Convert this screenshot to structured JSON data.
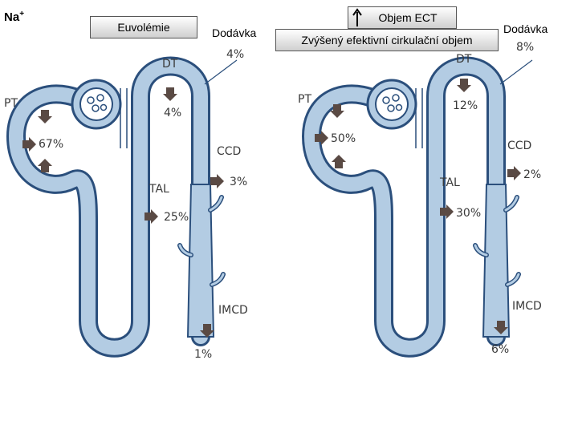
{
  "ion": {
    "base": "Na",
    "sup": "+"
  },
  "left_panel": {
    "condition": "Euvolémie",
    "delivery_label": "Dodávka",
    "segments": {
      "pt": "PT",
      "dt": "DT",
      "tal": "TAL",
      "ccd": "CCD",
      "imcd": "IMCD"
    },
    "values": {
      "pt": "67%",
      "delivery": "4%",
      "dt": "4%",
      "tal": "25%",
      "ccd": "3%",
      "final": "1%"
    }
  },
  "right_panel": {
    "header": "Objem ECT",
    "condition": "Zvýšený efektivní cirkulační  objem",
    "delivery_label": "Dodávka",
    "segments": {
      "pt": "PT",
      "dt": "DT",
      "tal": "TAL",
      "ccd": "CCD",
      "imcd": "IMCD"
    },
    "values": {
      "pt": "50%",
      "delivery": "8%",
      "dt": "12%",
      "tal": "30%",
      "ccd": "2%",
      "final": "6%"
    }
  },
  "colors": {
    "tubule": "#b3cce3",
    "tubule_edge": "#2b4f7c",
    "arrow": "#5a4a44"
  },
  "icons": {
    "up_arrow": "up-arrow-icon"
  }
}
